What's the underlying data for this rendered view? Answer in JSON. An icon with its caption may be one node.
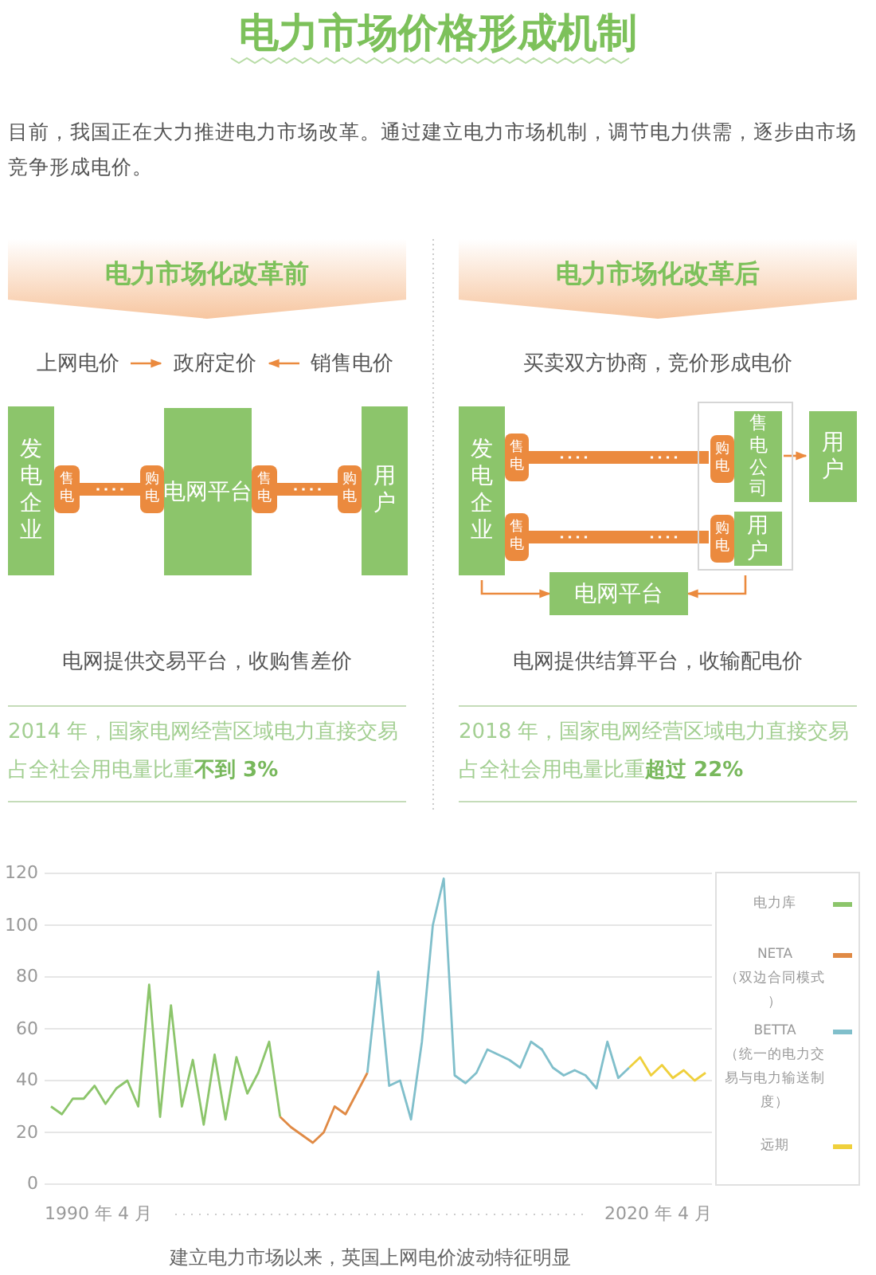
{
  "diagram": {
    "title": "电力市场价格形成机制",
    "caption": "建立电力市场以来，英国上网电价波动特征明显",
    "nodes": [
      {
        "text": [
          "电力市场化改革前"
        ]
      },
      {
        "text": [
          "上网电价"
        ]
      },
      {
        "text": [
          "政府定价"
        ]
      },
      {
        "text": [
          "销售电价"
        ]
      },
      {
        "text": [
          "发电企业"
        ]
      },
      {
        "text": [
          "售电"
        ]
      },
      {
        "text": [
          "购电"
        ]
      },
      {
        "text": [
          "电网平台"
        ]
      },
      {
        "text": [
          "售电"
        ]
      },
      {
        "text": [
          "购电"
        ]
      },
      {
        "text": [
          "用户"
        ]
      },
      {
        "text": [
          "电力市场化改革后"
        ]
      },
      {
        "text": [
          "发电企业"
        ]
      },
      {
        "text": [
          "售电"
        ]
      },
      {
        "text": [
          "售电"
        ]
      },
      {
        "text": [],
        "shape": "box"
      },
      {
        "text": [
          "购电"
        ],
        "in": 15
      },
      {
        "text": [
          "售电公司"
        ],
        "in": 15
      },
      {
        "text": [
          "购电"
        ],
        "in": 15
      },
      {
        "text": [
          "用户"
        ],
        "in": 15
      },
      {
        "text": [
          "用户"
        ]
      },
      {
        "text": [
          "电网平台"
        ]
      }
    ],
    "edges": [
      {
        "from": 1,
        "to": 2,
        "arrow": "to"
      },
      {
        "from": 3,
        "to": 2,
        "arrow": "to"
      },
      {
        "from": 5,
        "to": 6,
        "arrow": "none",
        "style": "thick"
      },
      {
        "from": 8,
        "to": 9,
        "arrow": "none",
        "style": "thick"
      },
      {
        "from": 13,
        "to": 16,
        "arrow": "none",
        "style": "thick"
      },
      {
        "from": 14,
        "to": 18,
        "arrow": "none",
        "style": "thick"
      },
      {
        "from": 17,
        "to": 20,
        "arrow": "to"
      },
      {
        "from": 12,
        "to": 21,
        "arrow": "to"
      },
      {
        "from": 15,
        "to": 21,
        "arrow": "to"
      }
    ],
    "labels": [
      "目前，我国正在大力推进电力市场改革。通过建立电力市场机制，调节电力供需，逐步由市场竞争形成电价。",
      "买卖双方协商，竞价形成电价",
      "电网提供交易平台，收购售差价",
      "电网提供结算平台，收输配电价",
      "2014 年，国家电网经营区域电力直接交易占全社会用电量比重**不到 3%**",
      "2018 年，国家电网经营区域电力直接交易占全社会用电量比重**超过 22%**",
      "120",
      "100",
      "80",
      "60",
      "40",
      "20",
      "0",
      "1990 年 4 月",
      "2020 年 4 月"
    ],
    "legend": [
      {
        "text": "电力库",
        "color": "#8cc56b"
      },
      {
        "text": "NETA （双边合同模式）",
        "color": "#e08a45"
      },
      {
        "text": "BETTA （统一的电力交易与电力输送制度）",
        "color": "#80bfcb"
      },
      {
        "text": "远期",
        "color": "#efd03c"
      }
    ]
  }
}
